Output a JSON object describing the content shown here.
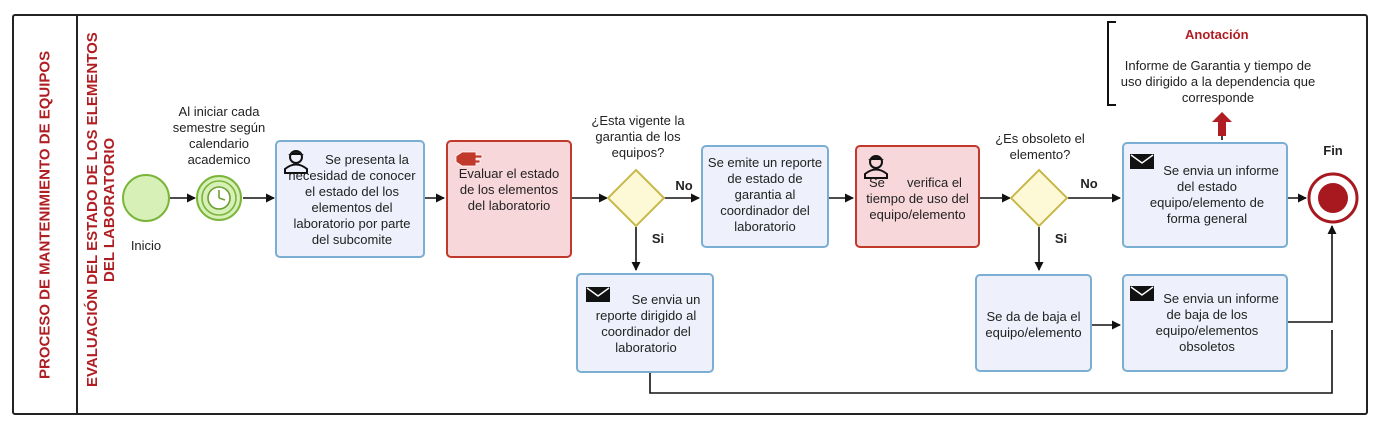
{
  "pool": {
    "title": "PROCESO DE MANTENIMIENTO DE EQUIPOS"
  },
  "lane": {
    "title": "EVALUACIÓN DEL ESTADO DE LOS ELEMENTOS DEL LABORATORIO"
  },
  "start": {
    "label": "Inicio"
  },
  "timer": {
    "label": "Al iniciar cada semestre según calendario academico"
  },
  "tasks": {
    "presenta": "Se presenta la necesidad de conocer el estado del los elementos del laboratorio por parte del subcomite",
    "evaluar": "Evaluar el estado de los elementos del laboratorio",
    "reporte_garantia": "Se emite un reporte de estado de garantia al coordinador del laboratorio",
    "verifica_a": "Se",
    "verifica_b": "verifica el tiempo de uso del equipo/elemento",
    "envia_coordinador": "Se envia un reporte dirigido al coordinador del laboratorio",
    "da_baja": "Se da de baja el equipo/elemento",
    "informe_baja": "Se envia un informe de baja de los equipo/elementos obsoletos",
    "informe_general": "Se envia un informe del estado equipo/elemento de forma general"
  },
  "gateways": {
    "garantia": {
      "question": "¿Esta vigente la garantia de los equipos?",
      "no": "No",
      "yes": "Si"
    },
    "obsoleto": {
      "question": "¿Es obsoleto el elemento?",
      "no": "No",
      "yes": "Si"
    }
  },
  "end": {
    "label": "Fin"
  },
  "annotation": {
    "title": "Anotación",
    "text": "Informe de Garantia y tiempo de uso dirigido a la dependencia que corresponde"
  },
  "colors": {
    "accent": "#b01e23",
    "task_border": "#7aaed2",
    "task_fill": "#eef1fb",
    "manual_fill": "#f8d7da",
    "gateway_fill": "#fdf8d6",
    "start_fill": "#d6f0b8"
  }
}
